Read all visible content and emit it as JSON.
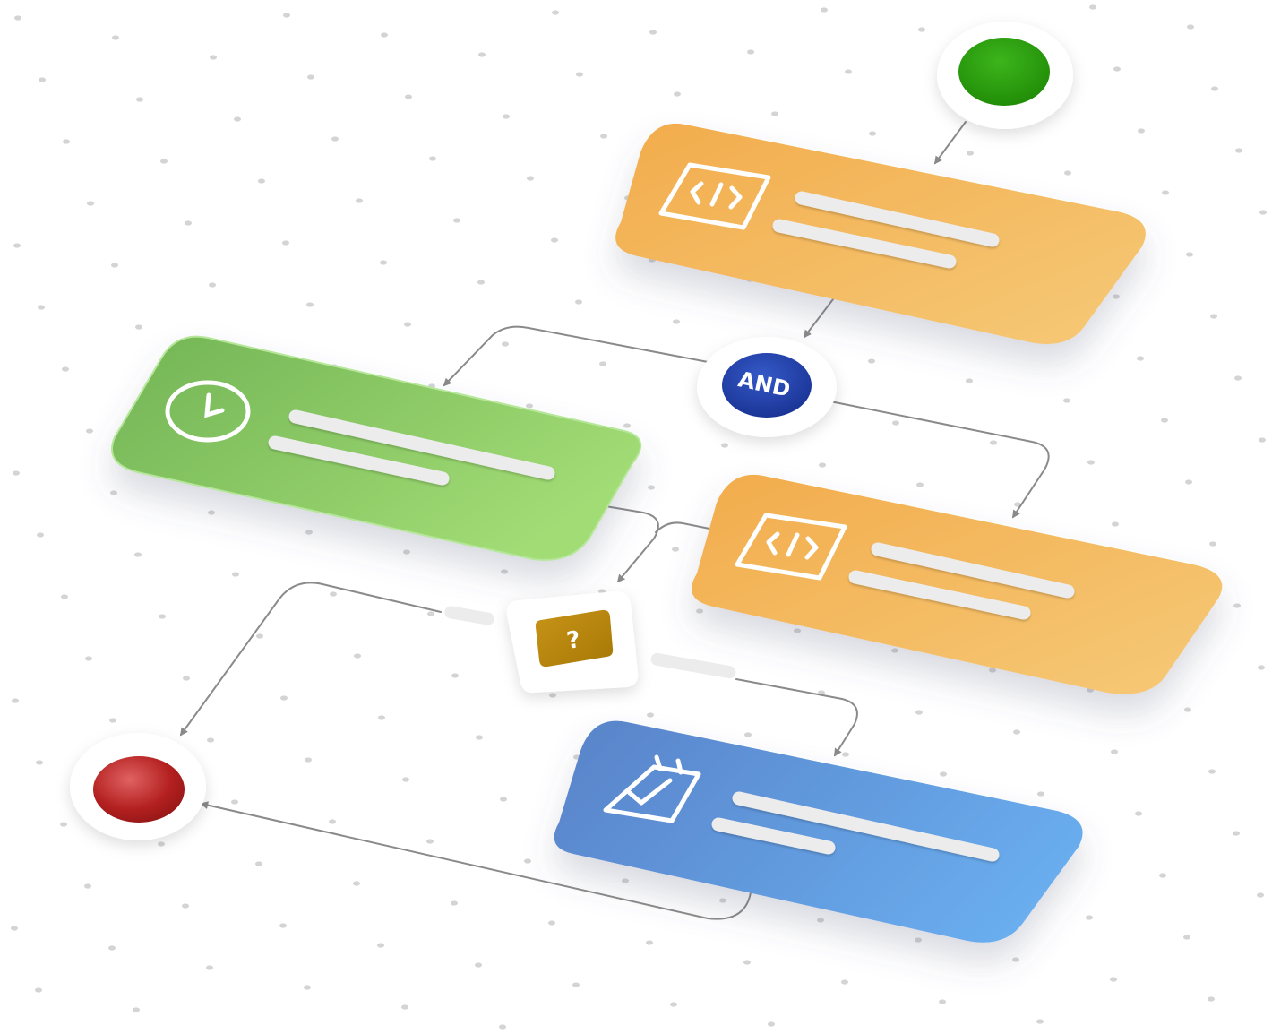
{
  "diagram": {
    "type": "isometric-workflow",
    "nodes": [
      {
        "id": "start",
        "kind": "start-event",
        "color": "#2a9a10"
      },
      {
        "id": "script-task-1",
        "kind": "task",
        "icon": "code-icon",
        "color": "#f3b55a"
      },
      {
        "id": "and-gateway",
        "kind": "gateway",
        "label": "AND",
        "color": "#1e3fa8"
      },
      {
        "id": "timer-task",
        "kind": "task",
        "icon": "clock-icon",
        "color": "#8bc86a"
      },
      {
        "id": "script-task-2",
        "kind": "task",
        "icon": "code-icon",
        "color": "#f3b55a"
      },
      {
        "id": "decision",
        "kind": "gateway",
        "label": "?",
        "color": "#b8860b"
      },
      {
        "id": "approval-task",
        "kind": "task",
        "icon": "checklist-icon",
        "color": "#5f98de"
      },
      {
        "id": "end",
        "kind": "end-event",
        "color": "#b02828"
      }
    ],
    "edges": [
      {
        "from": "start",
        "to": "script-task-1"
      },
      {
        "from": "script-task-1",
        "to": "and-gateway"
      },
      {
        "from": "and-gateway",
        "to": "timer-task"
      },
      {
        "from": "and-gateway",
        "to": "script-task-2"
      },
      {
        "from": "timer-task",
        "to": "decision"
      },
      {
        "from": "script-task-2",
        "to": "decision"
      },
      {
        "from": "decision",
        "to": "end"
      },
      {
        "from": "decision",
        "to": "approval-task"
      },
      {
        "from": "approval-task",
        "to": "end"
      }
    ]
  },
  "colors": {
    "connector": "#8a8a8a",
    "text_bar": "#ececec",
    "grid_dot": "#d4d4d4"
  }
}
